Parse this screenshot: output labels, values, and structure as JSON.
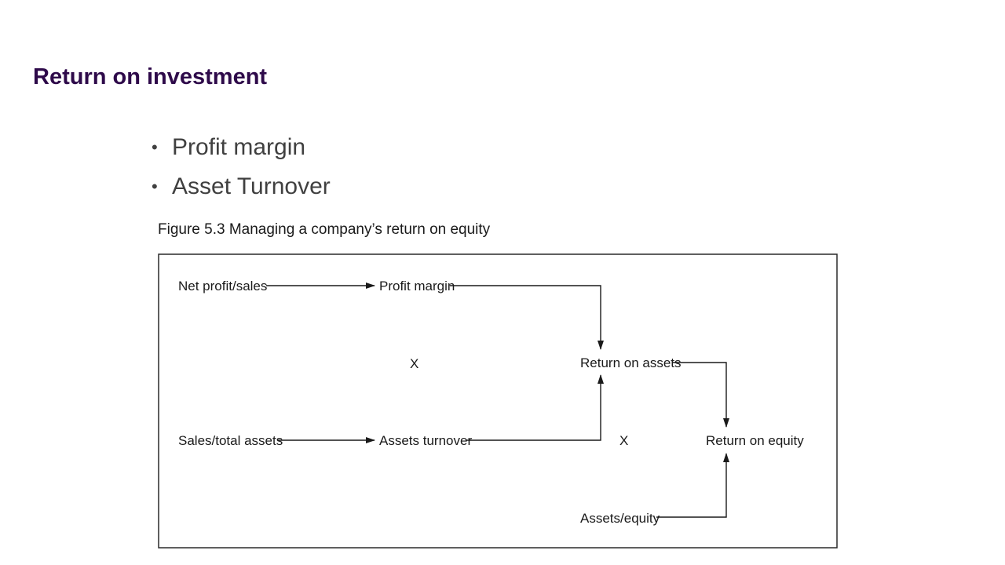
{
  "slide": {
    "title": "Return on investment",
    "bullets": [
      "Profit margin",
      "Asset Turnover"
    ]
  },
  "figure": {
    "caption": "Figure 5.3 Managing a company’s return on equity",
    "labels": {
      "net_profit_sales": "Net profit/sales",
      "profit_margin": "Profit margin",
      "x_left": "X",
      "return_on_assets": "Return on assets",
      "sales_total_assets": "Sales/total assets",
      "assets_turnover": "Assets turnover",
      "x_right": "X",
      "return_on_equity": "Return on equity",
      "assets_equity": "Assets/equity"
    }
  }
}
